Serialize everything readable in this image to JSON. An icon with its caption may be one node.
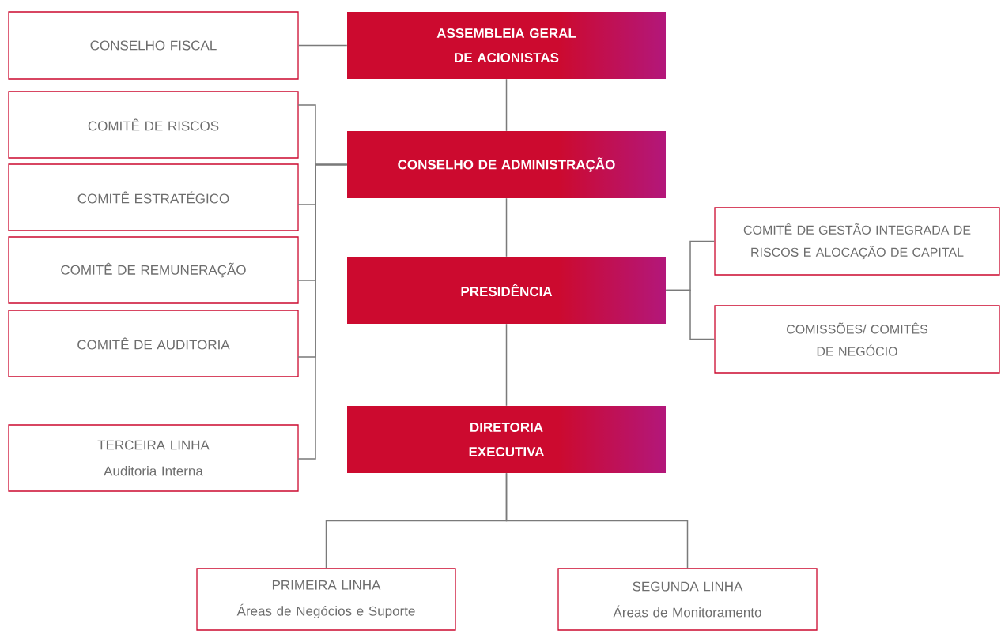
{
  "diagram": {
    "nodes": [
      {
        "text": [
          "CONSELHO FISCAL"
        ]
      },
      {
        "text": [
          "ASSEMBLEIA GERAL DE ACIONISTAS"
        ]
      },
      {
        "text": [
          "COMITÊ DE RISCOS"
        ]
      },
      {
        "text": [
          "CONSELHO DE ADMINISTRAÇÃO"
        ]
      },
      {
        "text": [
          "COMITÊ ESTRATÉGICO"
        ]
      },
      {
        "text": [
          "COMITÊ DE GESTÃO INTEGRADA DE RISCOS E ALOCAÇÃO DE CAPITAL"
        ]
      },
      {
        "text": [
          "COMITÊ DE REMUNERAÇÃO"
        ]
      },
      {
        "text": [
          "PRESIDÊNCIA"
        ]
      },
      {
        "text": [
          "COMISSÕES/ COMITÊS DE NEGÓCIO"
        ]
      },
      {
        "text": [
          "COMITÊ DE AUDITORIA"
        ]
      },
      {
        "text": [
          "TERCEIRA LINHA",
          "Auditoria Interna"
        ]
      },
      {
        "text": [
          "DIRETORIA EXECUTIVA"
        ]
      },
      {
        "text": [
          "PRIMEIRA LINHA",
          "Áreas de Negócios e Suporte"
        ]
      },
      {
        "text": [
          "SEGUNDA LINHA",
          "Áreas de Monitoramento"
        ]
      }
    ],
    "edges": [
      {
        "from": 1,
        "to": 0,
        "arrow": "none"
      },
      {
        "from": 1,
        "to": 3,
        "arrow": "none"
      },
      {
        "from": 3,
        "to": 2,
        "arrow": "none"
      },
      {
        "from": 3,
        "to": 4,
        "arrow": "none"
      },
      {
        "from": 3,
        "to": 6,
        "arrow": "none"
      },
      {
        "from": 3,
        "to": 9,
        "arrow": "none"
      },
      {
        "from": 3,
        "to": 10,
        "arrow": "none"
      },
      {
        "from": 3,
        "to": 7,
        "arrow": "none"
      },
      {
        "from": 7,
        "to": 5,
        "arrow": "none"
      },
      {
        "from": 7,
        "to": 8,
        "arrow": "none"
      },
      {
        "from": 7,
        "to": 11,
        "arrow": "none"
      },
      {
        "from": 11,
        "to": 12,
        "arrow": "none"
      },
      {
        "from": 11,
        "to": 13,
        "arrow": "none"
      }
    ]
  }
}
